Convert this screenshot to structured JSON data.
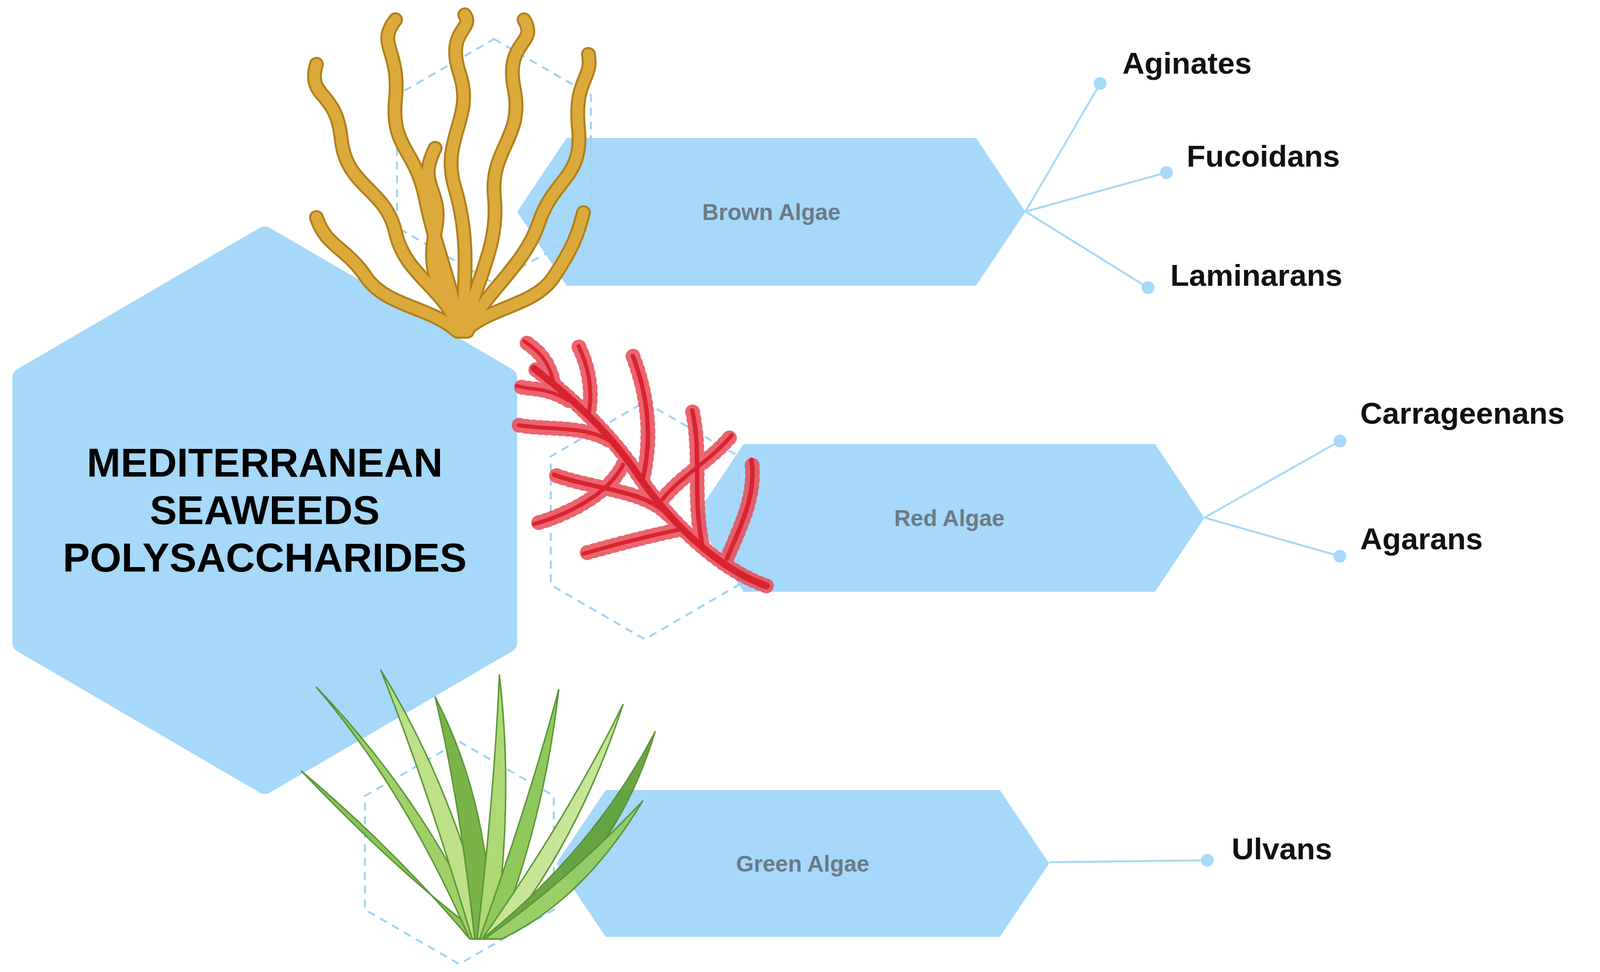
{
  "diagram": {
    "nodes": [
      {
        "text": [
          "MEDITERRANEAN SEAWEEDS POLYSACCHARIDES"
        ]
      },
      {
        "text": [
          "Brown Algae"
        ]
      },
      {
        "text": [
          "Red Algae"
        ]
      },
      {
        "text": [
          "Green Algae"
        ]
      }
    ],
    "labels": [
      "Aginates",
      "Fucoidans",
      "Laminarans",
      "Carrageenans",
      "Agarans",
      "Ulvans"
    ]
  }
}
